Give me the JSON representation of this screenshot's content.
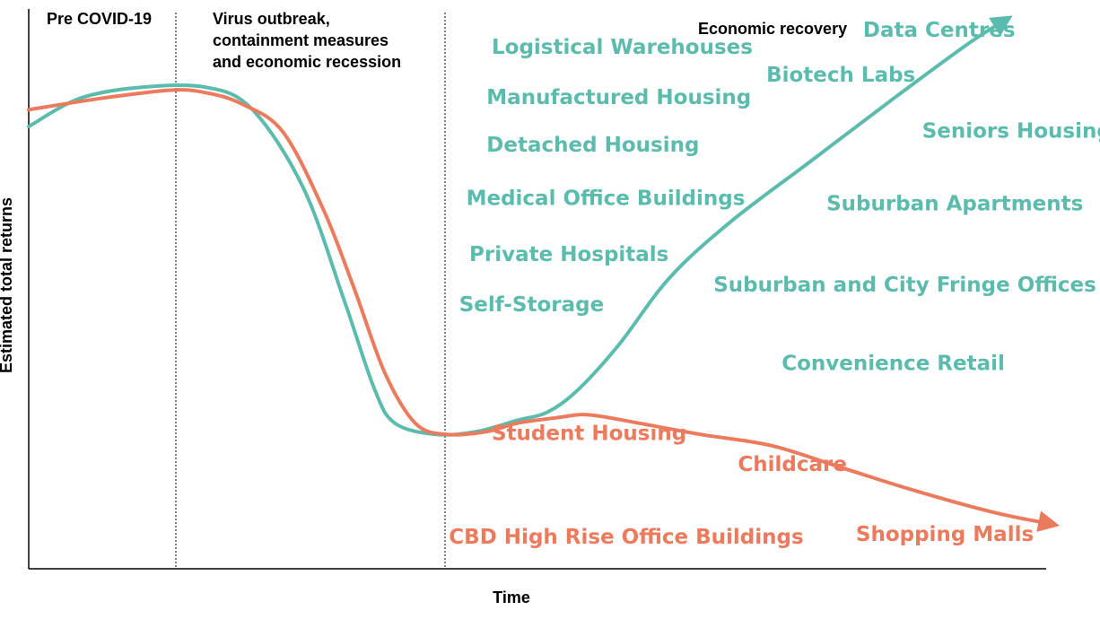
{
  "chart_data": {
    "type": "line",
    "xlabel": "Time",
    "ylabel": "Estimated total returns",
    "colors": {
      "teal": "#5bbcad",
      "coral": "#ec7a5c",
      "axis": "#000000"
    },
    "phases": [
      "Pre COVID-19",
      "Virus outbreak, containment measures and economic recession",
      "Economic recovery"
    ],
    "phase_lines": [
      "virus outbreak onset",
      "economic recovery onset"
    ],
    "series": [
      {
        "color": "teal",
        "points": [
          [
            0.0,
            0.79
          ],
          [
            0.05,
            0.84
          ],
          [
            0.11,
            0.86
          ],
          [
            0.175,
            0.86
          ],
          [
            0.22,
            0.82
          ],
          [
            0.27,
            0.68
          ],
          [
            0.31,
            0.48
          ],
          [
            0.34,
            0.32
          ],
          [
            0.36,
            0.26
          ],
          [
            0.4,
            0.24
          ],
          [
            0.44,
            0.245
          ],
          [
            0.48,
            0.265
          ],
          [
            0.51,
            0.28
          ],
          [
            0.54,
            0.32
          ],
          [
            0.58,
            0.4
          ],
          [
            0.63,
            0.52
          ],
          [
            0.69,
            0.62
          ],
          [
            0.77,
            0.73
          ],
          [
            0.85,
            0.84
          ],
          [
            0.925,
            0.94
          ],
          [
            0.96,
            0.98
          ]
        ],
        "arrow": true
      },
      {
        "color": "coral",
        "points": [
          [
            0.0,
            0.82
          ],
          [
            0.07,
            0.84
          ],
          [
            0.14,
            0.855
          ],
          [
            0.175,
            0.85
          ],
          [
            0.21,
            0.83
          ],
          [
            0.25,
            0.78
          ],
          [
            0.29,
            0.64
          ],
          [
            0.32,
            0.5
          ],
          [
            0.35,
            0.35
          ],
          [
            0.38,
            0.26
          ],
          [
            0.41,
            0.24
          ],
          [
            0.45,
            0.245
          ],
          [
            0.48,
            0.26
          ],
          [
            0.52,
            0.27
          ],
          [
            0.55,
            0.275
          ],
          [
            0.6,
            0.26
          ],
          [
            0.66,
            0.24
          ],
          [
            0.73,
            0.22
          ],
          [
            0.8,
            0.18
          ],
          [
            0.87,
            0.14
          ],
          [
            0.95,
            0.1
          ],
          [
            1.005,
            0.08
          ]
        ],
        "arrow": true
      }
    ],
    "labels": [
      {
        "text": "Data Centres",
        "color": "teal",
        "x": 0.82,
        "y": 0.95
      },
      {
        "text": "Logistical Warehouses",
        "color": "teal",
        "x": 0.455,
        "y": 0.92
      },
      {
        "text": "Biotech Labs",
        "color": "teal",
        "x": 0.725,
        "y": 0.87
      },
      {
        "text": "Manufactured Housing",
        "color": "teal",
        "x": 0.45,
        "y": 0.83
      },
      {
        "text": "Seniors Housing",
        "color": "teal",
        "x": 0.878,
        "y": 0.77
      },
      {
        "text": "Detached Housing",
        "color": "teal",
        "x": 0.45,
        "y": 0.745
      },
      {
        "text": "Medical Office Buildings",
        "color": "teal",
        "x": 0.43,
        "y": 0.65
      },
      {
        "text": "Suburban Apartments",
        "color": "teal",
        "x": 0.784,
        "y": 0.64
      },
      {
        "text": "Private Hospitals",
        "color": "teal",
        "x": 0.433,
        "y": 0.55
      },
      {
        "text": "Suburban and City Fringe Offices",
        "color": "teal",
        "x": 0.673,
        "y": 0.495
      },
      {
        "text": "Self-Storage",
        "color": "teal",
        "x": 0.423,
        "y": 0.46
      },
      {
        "text": "Convenience Retail",
        "color": "teal",
        "x": 0.74,
        "y": 0.355
      },
      {
        "text": "Student Housing",
        "color": "coral",
        "x": 0.455,
        "y": 0.23
      },
      {
        "text": "Childcare",
        "color": "coral",
        "x": 0.697,
        "y": 0.175
      },
      {
        "text": "CBD High Rise Office Buildings",
        "color": "coral",
        "x": 0.413,
        "y": 0.045
      },
      {
        "text": "Shopping Malls",
        "color": "coral",
        "x": 0.813,
        "y": 0.05
      }
    ],
    "grid": false,
    "legend": "none"
  }
}
